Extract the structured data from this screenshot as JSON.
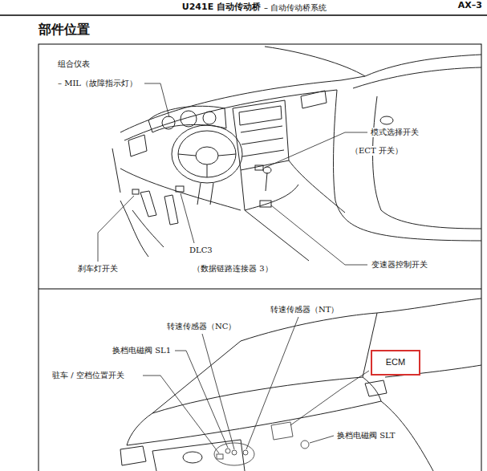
{
  "diagram": {
    "title": "部件位置",
    "nodes": [
      {
        "text": [
          "ECM"
        ]
      }
    ],
    "labels": [
      "U241E 自动传动桥",
      "– 自动传动桥系统",
      "AX–3",
      "组合仪表",
      "– MIL（故障指示灯）",
      "模式选择开关",
      "（ECT 开关）",
      "刹车灯开关",
      "DLC3",
      "（数据链路连接器 3）",
      "变速器控制开关",
      "转速传感器（NT）",
      "转速传感器（NC）",
      "换档电磁阀 SL1",
      "驻车 / 空档位置开关",
      "换档电磁阀 SLT"
    ]
  }
}
